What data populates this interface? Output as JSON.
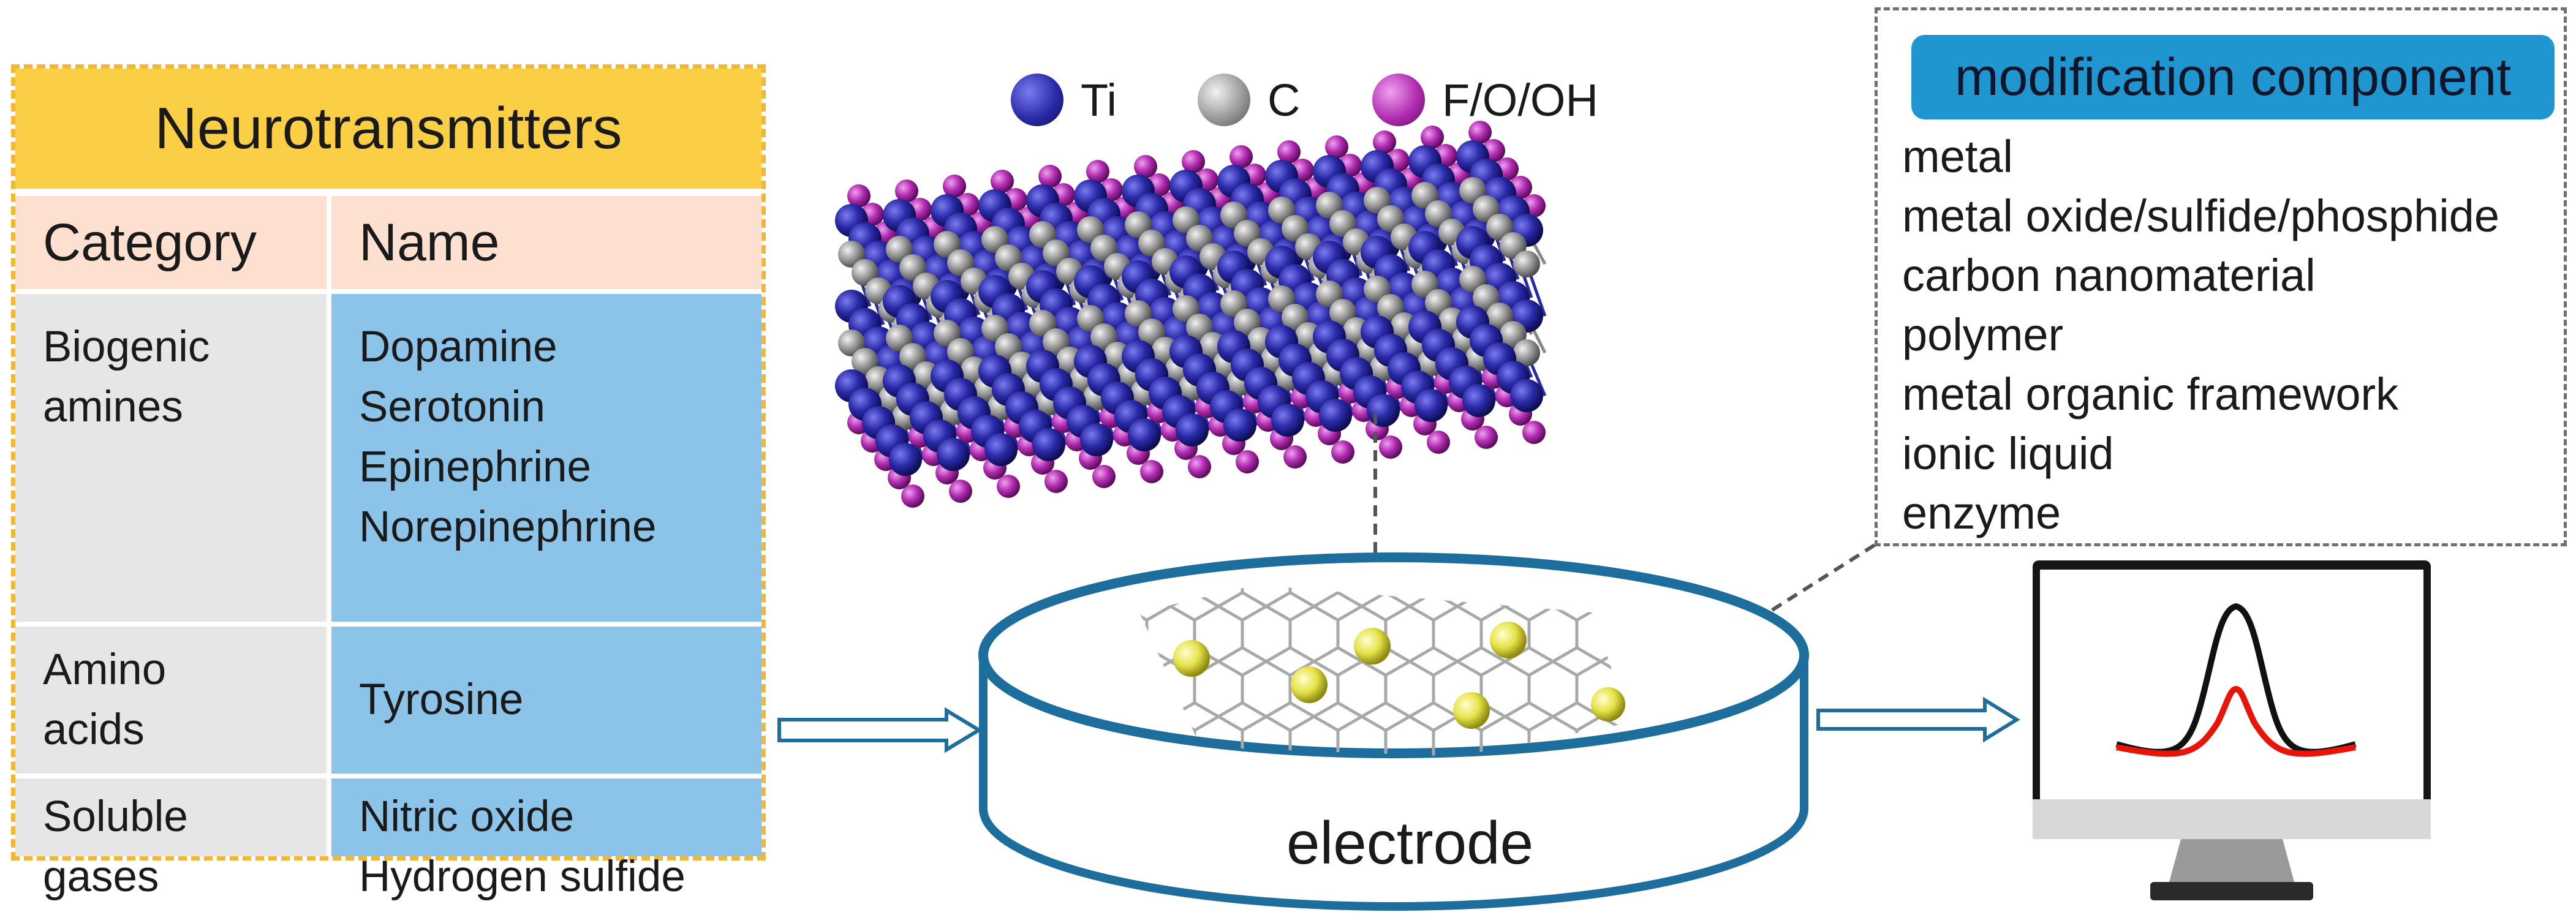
{
  "table": {
    "title": "Neurotransmitters",
    "headers": [
      "Category",
      "Name"
    ],
    "rows": [
      {
        "category": "Biogenic\namines",
        "names": "Dopamine\nSerotonin\nEpinephrine\nNorepinephrine"
      },
      {
        "category": "Amino\nacids",
        "names": "Tyrosine"
      },
      {
        "category": "Soluble\ngases",
        "names": "Nitric oxide\nHydrogen sulfide"
      }
    ]
  },
  "legend": [
    {
      "label": "Ti",
      "color": "#2a2aa8"
    },
    {
      "label": "C",
      "color": "#9a9a9a"
    },
    {
      "label": "F/O/OH",
      "color": "#b02cb0"
    }
  ],
  "modification": {
    "title": "modification component",
    "items": [
      "metal",
      "metal oxide/sulfide/phosphide",
      "carbon nanomaterial",
      "polymer",
      "metal organic framework",
      "ionic liquid",
      "enzyme"
    ]
  },
  "electrode": {
    "label": "electrode"
  },
  "colors": {
    "table_border": "#f2b735",
    "title_bg": "#fbcf45",
    "name_bg": "#8cc3e8",
    "electrode_ring": "#1d6e9c",
    "curve_red": "#e8140a",
    "nanoparticle": "#e6e24a"
  }
}
